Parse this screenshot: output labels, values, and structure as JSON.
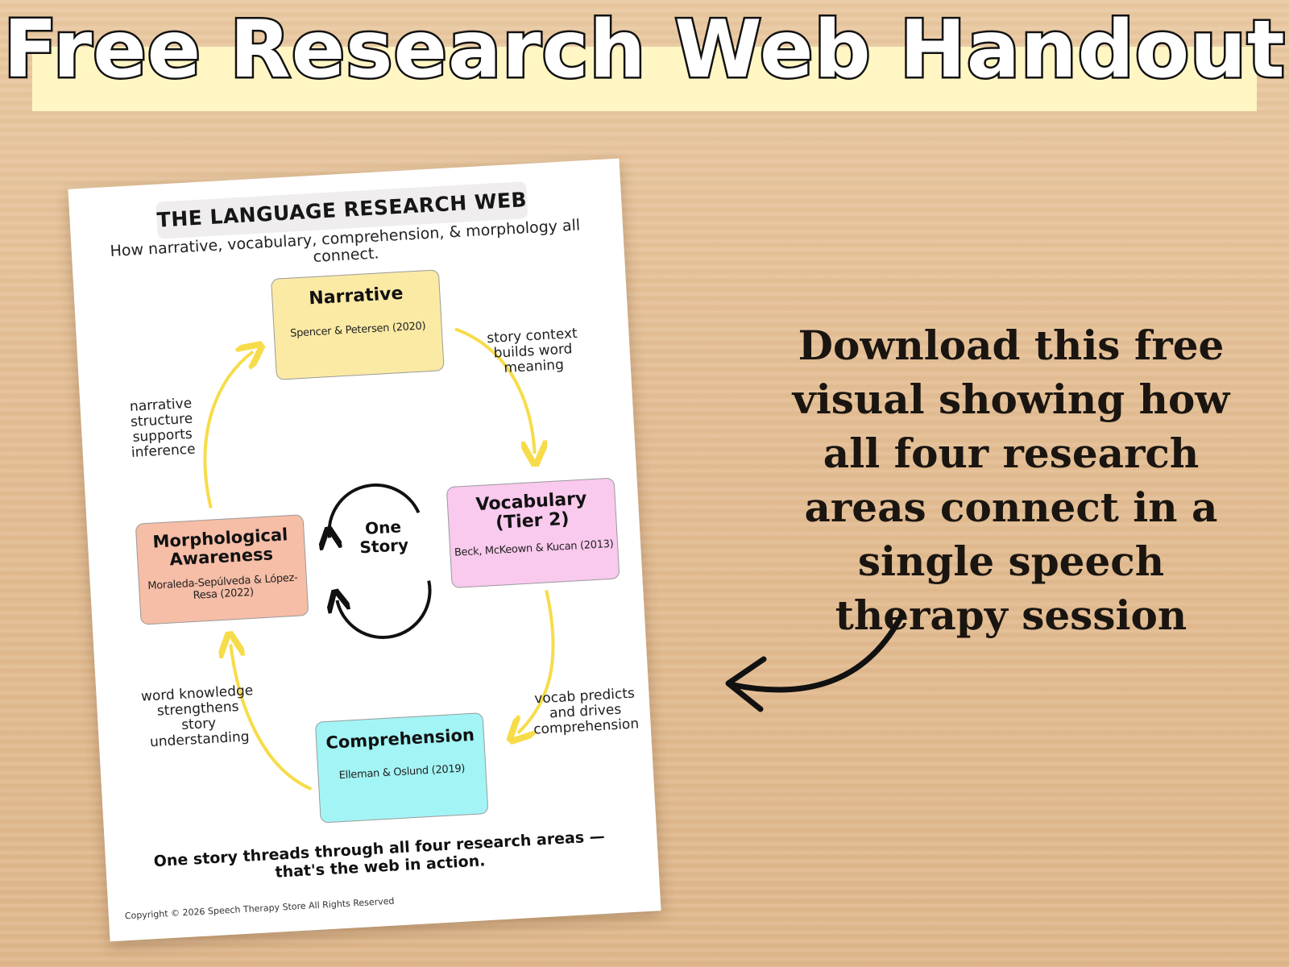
{
  "banner": {
    "title": "Free Research Web Handout"
  },
  "promo": {
    "text": "Download this free visual showing how all four research areas connect in a single speech therapy session"
  },
  "handout": {
    "title": "THE LANGUAGE RESEARCH WEB",
    "subtitle": "How narrative, vocabulary, comprehension, & morphology all connect.",
    "center_label": "One Story",
    "nodes": {
      "narrative": {
        "title": "Narrative",
        "citation": "Spencer & Petersen (2020)",
        "color": "#fbeaa4"
      },
      "vocabulary": {
        "title": "Vocabulary (Tier 2)",
        "citation": "Beck, McKeown & Kucan (2013)",
        "color": "#f9c9ee"
      },
      "comprehension": {
        "title": "Comprehension",
        "citation": "Elleman & Oslund (2019)",
        "color": "#a3f4f5"
      },
      "morphology": {
        "title": "Morphological Awareness",
        "citation": "Moraleda-Sepúlveda & López-Resa (2022)",
        "color": "#f6bda7"
      }
    },
    "edges": {
      "narrative_to_vocab": "story context builds word meaning",
      "vocab_to_comprehension": "vocab predicts and drives comprehension",
      "comprehension_to_morph": "word knowledge strengthens story understanding",
      "morph_to_narrative": "narrative structure supports inference"
    },
    "footer": "One story threads through all four research areas — that's the web in action.",
    "copyright": "Copyright © 2026 Speech Therapy Store All Rights Reserved"
  },
  "colors": {
    "arrow_yellow": "#f7dc4a",
    "title_band": "#fff6c4",
    "wood": "#e3bd93"
  }
}
